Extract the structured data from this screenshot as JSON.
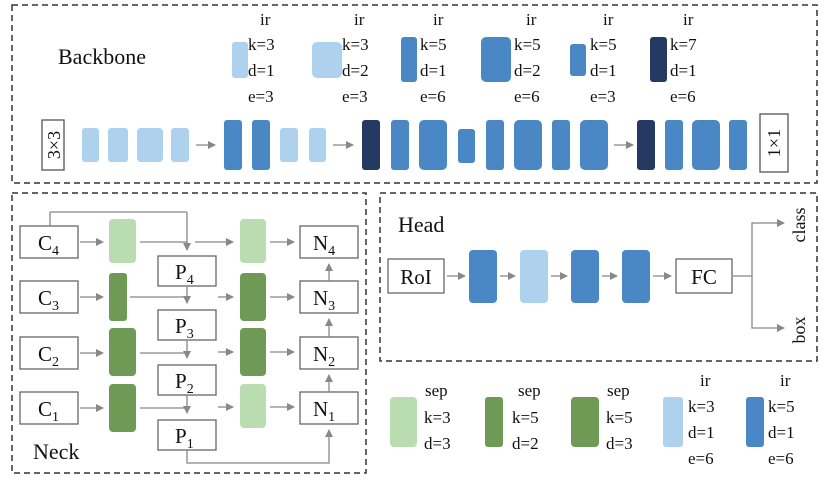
{
  "backbone": {
    "title": "Backbone",
    "stem": "3×3",
    "head_conv": "1×1",
    "legend": [
      {
        "op": "ir",
        "k": "k=3",
        "d": "d=1",
        "e": "e=3",
        "color": "#aed1ee"
      },
      {
        "op": "ir",
        "k": "k=3",
        "d": "d=2",
        "e": "e=3",
        "color": "#aed1ee"
      },
      {
        "op": "ir",
        "k": "k=5",
        "d": "d=1",
        "e": "e=6",
        "color": "#4a88c5"
      },
      {
        "op": "ir",
        "k": "k=5",
        "d": "d=2",
        "e": "e=6",
        "color": "#4a88c5"
      },
      {
        "op": "ir",
        "k": "k=5",
        "d": "d=1",
        "e": "e=3",
        "color": "#4a88c5"
      },
      {
        "op": "ir",
        "k": "k=7",
        "d": "d=1",
        "e": "e=6",
        "color": "#243a63"
      }
    ]
  },
  "neck": {
    "title": "Neck",
    "inputs": [
      {
        "main": "C",
        "sub": "4"
      },
      {
        "main": "C",
        "sub": "3"
      },
      {
        "main": "C",
        "sub": "2"
      },
      {
        "main": "C",
        "sub": "1"
      }
    ],
    "p_nodes": [
      {
        "main": "P",
        "sub": "4"
      },
      {
        "main": "P",
        "sub": "3"
      },
      {
        "main": "P",
        "sub": "2"
      },
      {
        "main": "P",
        "sub": "1"
      }
    ],
    "n_nodes": [
      {
        "main": "N",
        "sub": "4"
      },
      {
        "main": "N",
        "sub": "3"
      },
      {
        "main": "N",
        "sub": "2"
      },
      {
        "main": "N",
        "sub": "1"
      }
    ]
  },
  "head": {
    "title": "Head",
    "roi": "RoI",
    "fc": "FC",
    "out_class": "class",
    "out_box": "box"
  },
  "legend_bottom": [
    {
      "op": "sep",
      "k": "k=3",
      "d": "d=3",
      "color": "#b9ddb0"
    },
    {
      "op": "sep",
      "k": "k=5",
      "d": "d=2",
      "color": "#6e9a55"
    },
    {
      "op": "sep",
      "k": "k=5",
      "d": "d=3",
      "color": "#6e9a55"
    },
    {
      "op": "ir",
      "k": "k=3",
      "d": "d=1",
      "e": "e=6",
      "color": "#aed1ee"
    },
    {
      "op": "ir",
      "k": "k=5",
      "d": "d=1",
      "e": "e=6",
      "color": "#4a88c5"
    }
  ]
}
